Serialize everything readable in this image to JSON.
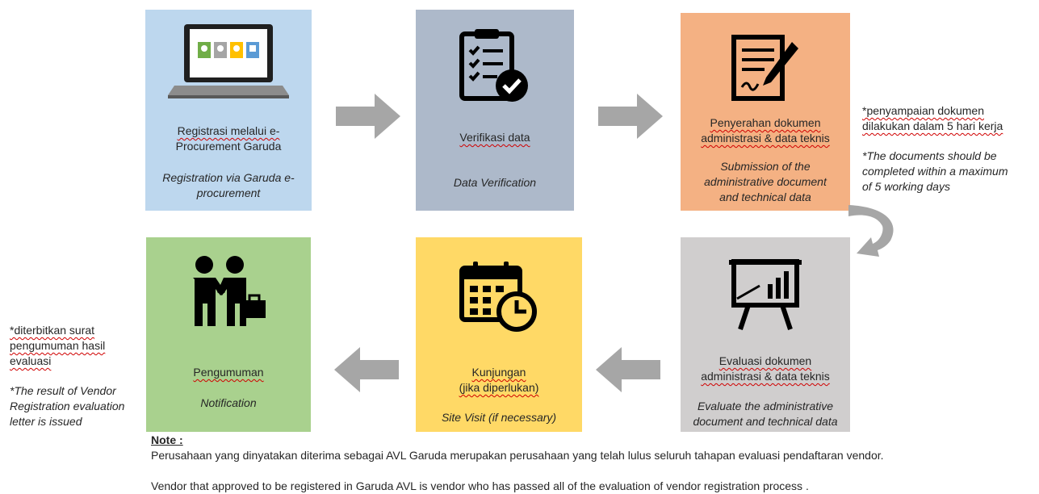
{
  "colors": {
    "step1": "#bdd7ee",
    "step2": "#adb9ca",
    "step3": "#f4b183",
    "step4": "#d0cece",
    "step5": "#ffd966",
    "step6": "#a9d18e",
    "arrow": "#a6a6a6",
    "icon": "#000000"
  },
  "steps": [
    {
      "icon": "laptop-icon",
      "id_text_1": "Registrasi melalui e-",
      "id_text_2": "Procurement Garuda",
      "en_text_1": "Registration via Garuda e-",
      "en_text_2": "procurement"
    },
    {
      "icon": "clipboard-check-icon",
      "id_text_1": "Verifikasi data",
      "en_text_1": "Data Verification"
    },
    {
      "icon": "document-sign-icon",
      "id_text_1": "Penyerahan dokumen",
      "id_text_2": "administrasi & data teknis",
      "en_text_1": "Submission of the",
      "en_text_2": "administrative document",
      "en_text_3": "and technical data"
    },
    {
      "icon": "presentation-chart-icon",
      "id_text_1": "Evaluasi dokumen",
      "id_text_2": "administrasi & data teknis",
      "en_text_1": "Evaluate the administrative",
      "en_text_2": "document and technical data"
    },
    {
      "icon": "calendar-clock-icon",
      "id_text_1": "Kunjungan",
      "id_text_2": "(jika diperlukan)",
      "en_text_1": "Site Visit (if necessary)"
    },
    {
      "icon": "handshake-icon",
      "id_text_1": "Pengumuman",
      "en_text_1": "Notification"
    }
  ],
  "side_note_right": {
    "id_1": "*penyampaian dokumen",
    "id_2": "dilakukan dalam 5 hari kerja",
    "en_1": "*The documents should be",
    "en_2": "completed within a maximum",
    "en_3": "of 5 working days"
  },
  "side_note_left": {
    "id_1": "*diterbitkan surat",
    "id_2": "pengumuman hasil",
    "id_3": "evaluasi",
    "en_1": "*The result of Vendor",
    "en_2": "Registration evaluation",
    "en_3": "letter is issued"
  },
  "note": {
    "title": "Note :",
    "line_id": "Perusahaan yang dinyatakan diterima sebagai AVL Garuda merupakan perusahaan yang telah lulus seluruh tahapan evaluasi pendaftaran vendor.",
    "line_en": "Vendor that approved to be registered in Garuda AVL is vendor who has passed  all of the evaluation of vendor registration process ."
  }
}
